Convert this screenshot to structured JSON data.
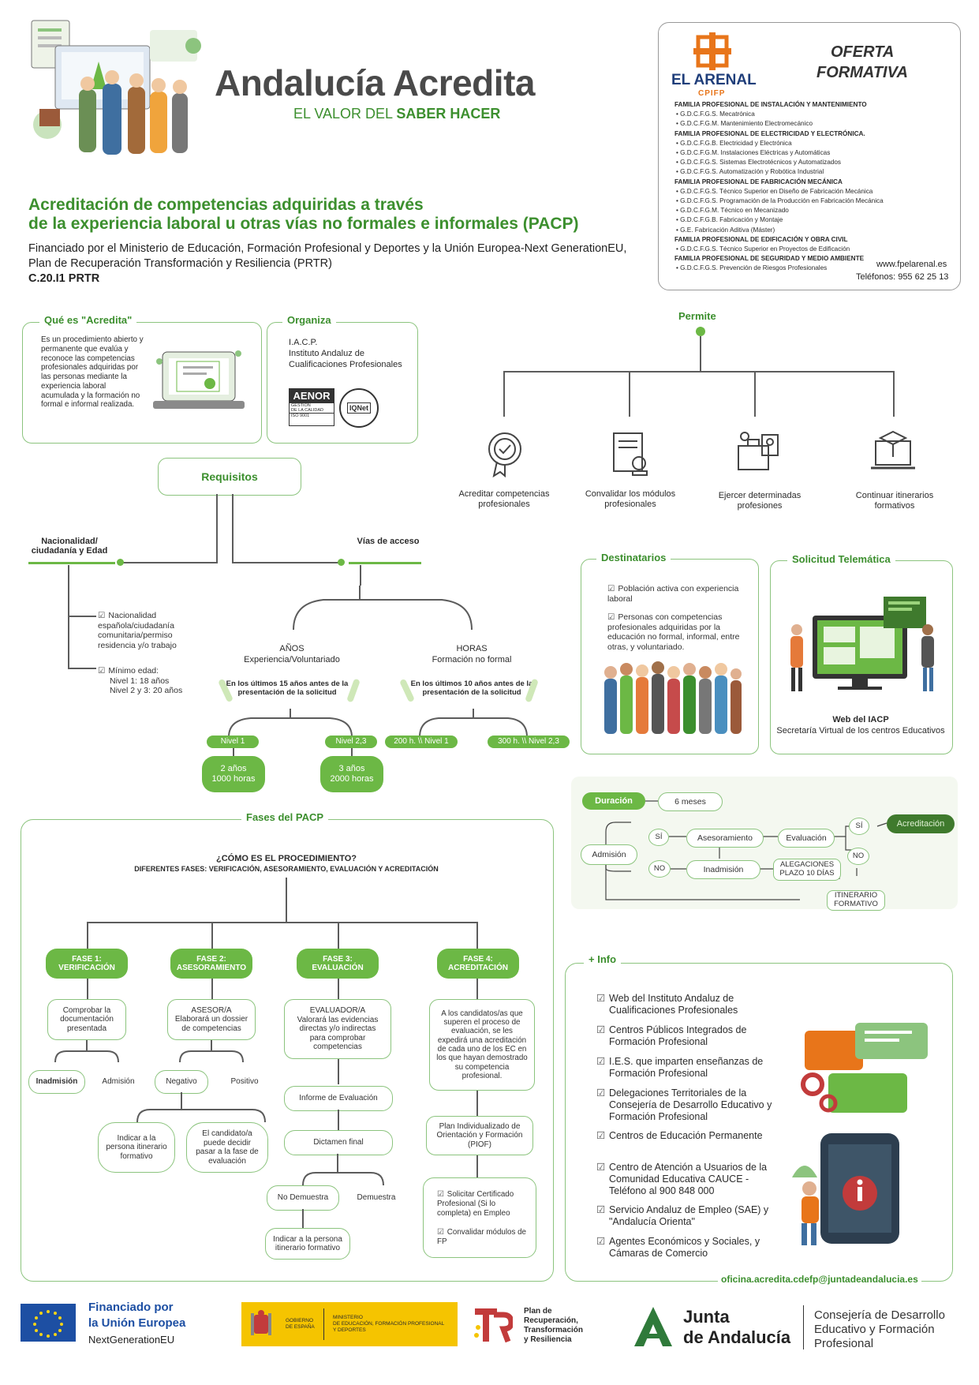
{
  "header": {
    "title": "Andalucía Acredita",
    "subtitle_prefix": "EL VALOR DEL ",
    "subtitle_strong": "SABER HACER",
    "heading_line1": "Acreditación de competencias adquiridas a través",
    "heading_line2": "de la experiencia laboral u otras vías no formales e informales (PACP)",
    "funding_line1": "Financiado por el Ministerio de Educación, Formación Profesional y Deportes y la Unión Europea-Next GenerationEU,",
    "funding_line2": "Plan de Recuperación Transformación y Resiliencia (PRTR)",
    "code": "C.20.I1 PRTR"
  },
  "oferta": {
    "logo_name": "EL ARENAL",
    "logo_sub": "CPIFP",
    "title_line1": "OFERTA",
    "title_line2": "FORMATIVA",
    "items": [
      {
        "text": "FAMILIA PROFESIONAL DE INSTALACIÓN Y MANTENIMIENTO",
        "head": true
      },
      {
        "text": "• G.D.C.F.G.S. Mecatrónica",
        "head": false
      },
      {
        "text": "• G.D.C.F.G.M. Mantenimiento Electromecánico",
        "head": false
      },
      {
        "text": "FAMILIA PROFESIONAL DE ELECTRICIDAD Y ELECTRÓNICA.",
        "head": true
      },
      {
        "text": "• G.D.C.F.G.B. Electricidad y Electrónica",
        "head": false
      },
      {
        "text": "• G.D.C.F.G.M. Instalaciones Eléctricas y Automáticas",
        "head": false
      },
      {
        "text": "• G.D.C.F.G.S. Sistemas Electrotécnicos y Automatizados",
        "head": false
      },
      {
        "text": "• G.D.C.F.G.S. Automatización y Robótica Industrial",
        "head": false
      },
      {
        "text": "FAMILIA PROFESIONAL DE FABRICACIÓN MECÁNICA",
        "head": true
      },
      {
        "text": "• G.D.C.F.G.S. Técnico Superior en Diseño de Fabricación Mecánica",
        "head": false
      },
      {
        "text": "• G.D.C.F.G.S. Programación de la Producción en Fabricación Mecánica",
        "head": false
      },
      {
        "text": "• G.D.C.F.G.M. Técnico en Mecanizado",
        "head": false
      },
      {
        "text": "• G.D.C.F.G.B. Fabricación y Montaje",
        "head": false
      },
      {
        "text": "• G.E. Fabricación Aditiva (Máster)",
        "head": false
      },
      {
        "text": "FAMILIA PROFESIONAL DE EDIFICACIÓN Y OBRA CIVIL",
        "head": true
      },
      {
        "text": "• G.D.C.F.G.S. Técnico Superior en Proyectos de Edificación",
        "head": false
      },
      {
        "text": "FAMILIA PROFESIONAL DE SEGURIDAD Y MEDIO AMBIENTE",
        "head": true
      },
      {
        "text": "• G.D.C.F.G.S. Prevención de Riesgos Profesionales",
        "head": false
      }
    ],
    "web": "www.fpelarenal.es",
    "phone": "Teléfonos: 955 62 25 13"
  },
  "que_es": {
    "title": "Qué es \"Acredita\"",
    "text": "Es un procedimiento abierto y permanente que evalúa y reconoce las competencias profesionales adquiridas por las personas mediante la experiencia laboral acumulada y la formación no formal e informal realizada."
  },
  "organiza": {
    "title": "Organiza",
    "line1": "I.A.C.P.",
    "line2": "Instituto Andaluz de",
    "line3": "Cualificaciones Profesionales",
    "aenor": "AENOR",
    "aenor_sub1": "GESTIÓN",
    "aenor_sub2": "DE LA CALIDAD",
    "aenor_sub3": "ISO 9001",
    "iqnet": "IQNet"
  },
  "permite": {
    "title": "Permite",
    "items": [
      "Acreditar competencias profesionales",
      "Convalidar los módulos profesionales",
      "Ejercer determinadas profesiones",
      "Continuar itinerarios formativos"
    ]
  },
  "requisitos": {
    "title": "Requisitos",
    "nacionalidad_title": "Nacionalidad/ ciudadanía y Edad",
    "vias_title": "Vías de acceso",
    "check1": "Nacionalidad española/ciudadanía comunitaria/permiso residencia y/o trabajo",
    "check2_title": "Mínimo edad:",
    "check2_l1": "Nivel 1: 18 años",
    "check2_l2": "Nivel 2 y 3: 20 años",
    "anos_title": "AÑOS",
    "anos_sub": "Experiencia/Voluntariado",
    "horas_title": "HORAS",
    "horas_sub": "Formación no formal",
    "anos_note": "En los últimos 15 años antes de la presentación de la solicitud",
    "horas_note": "En los últimos 10 años antes de la presentación de la solicitud",
    "nivel1": "Nivel 1",
    "nivel23": "Nivel 2,3",
    "h200": "200 h. \\\\ Nivel 1",
    "h300": "300 h. \\\\ Nivel 2,3",
    "r1_l1": "2 años",
    "r1_l2": "1000 horas",
    "r2_l1": "3 años",
    "r2_l2": "2000 horas"
  },
  "destinatarios": {
    "title": "Destinatarios",
    "item1": "Población activa con experiencia laboral",
    "item2": "Personas con competencias profesionales adquiridas por la educación no formal, informal, entre otras, y voluntariado."
  },
  "solicitud": {
    "title": "Solicitud Telemática",
    "line1": "Web del IACP",
    "line2": "Secretaría Virtual de los centros Educativos"
  },
  "flow": {
    "duracion": "Duración",
    "meses": "6 meses",
    "admision": "Admisión",
    "si1": "SÍ",
    "no1": "NO",
    "asesoramiento": "Asesoramiento",
    "evaluacion": "Evaluación",
    "inadmision": "Inadmisión",
    "alegaciones_l1": "ALEGACIONES",
    "alegaciones_l2": "PLAZO 10 DÍAS",
    "si2": "SÍ",
    "no2": "NO",
    "acreditacion": "Acreditación",
    "itinerario_l1": "ITINERARIO",
    "itinerario_l2": "FORMATIVO"
  },
  "fases": {
    "title": "Fases del PACP",
    "question": "¿CÓMO ES EL PROCEDIMIENTO?",
    "subtitle": "DIFERENTES FASES: VERIFICACIÓN, ASESORAMIENTO, EVALUACIÓN Y ACREDITACIÓN",
    "f1_l1": "FASE 1:",
    "f1_l2": "VERIFICACIÓN",
    "f2_l1": "FASE 2:",
    "f2_l2": "ASESORAMIENTO",
    "f3_l1": "FASE 3:",
    "f3_l2": "EVALUACIÓN",
    "f4_l1": "FASE 4:",
    "f4_l2": "ACREDITACIÓN",
    "f1_box": "Comprobar la documentación presentada",
    "f1_inadmision": "Inadmisión",
    "f1_admision": "Admisión",
    "f2_box_title": "ASESOR/A",
    "f2_box": "Elaborará un dossier de competencias",
    "f2_negativo": "Negativo",
    "f2_positivo": "Positivo",
    "f2_indicar": "Indicar a la persona itinerario formativo",
    "f2_candidato": "El candidato/a puede decidir pasar a la fase de evaluación",
    "f3_box_title": "EVALUADOR/A",
    "f3_box": "Valorará las evidencias directas y/o indirectas para comprobar competencias",
    "f3_informe": "Informe de Evaluación",
    "f3_dictamen": "Dictamen final",
    "f3_no": "No Demuestra",
    "f3_si": "Demuestra",
    "f3_indicar": "Indicar a la persona itinerario formativo",
    "f4_box": "A los candidatos/as que superen el proceso de evaluación, se les expedirá una acreditación de cada uno de los EC en los que hayan demostrado su competencia profesional.",
    "f4_plan": "Plan Individualizado de Orientación y Formación (PIOF)",
    "f4_c1": "Solicitar Certificado Profesional (Si lo completa) en Empleo",
    "f4_c2": "Convalidar módulos de FP"
  },
  "info": {
    "title": "+ Info",
    "items": [
      "Web del Instituto Andaluz de Cualificaciones Profesionales",
      "Centros Públicos Integrados de Formación Profesional",
      "I.E.S. que imparten enseñanzas de Formación Profesional",
      "Delegaciones Territoriales de la Consejería de Desarrollo Educativo y Formación Profesional",
      "Centros de Educación Permanente",
      "Centro de Atención a Usuarios de la Comunidad Educativa CAUCE - Teléfono al 900 848 000",
      "Servicio Andaluz de Empleo (SAE) y \"Andalucía Orienta\"",
      "Agentes Económicos y Sociales, y Cámaras de Comercio"
    ],
    "email": "oficina.acredita.cdefp@juntadeandalucia.es"
  },
  "footer": {
    "eu_l1": "Financiado por",
    "eu_l2": "la Unión Europea",
    "eu_l3": "NextGenerationEU",
    "gob_l1": "GOBIERNO",
    "gob_l2": "DE ESPAÑA",
    "min_l1": "MINISTERIO",
    "min_l2": "DE EDUCACIÓN, FORMACIÓN PROFESIONAL",
    "min_l3": "Y DEPORTES",
    "prtr_l1": "Plan de",
    "prtr_l2": "Recuperación,",
    "prtr_l3": "Transformación",
    "prtr_l4": "y Resiliencia",
    "junta_l1": "Junta",
    "junta_l2": "de Andalucía",
    "cons_l1": "Consejería de Desarrollo",
    "cons_l2": "Educativo y Formación",
    "cons_l3": "Profesional"
  },
  "colors": {
    "accent": "#6cb845",
    "dark_green": "#3f7a2d",
    "title_green": "#3c8f2e",
    "title_gray": "#4a4a4a"
  }
}
